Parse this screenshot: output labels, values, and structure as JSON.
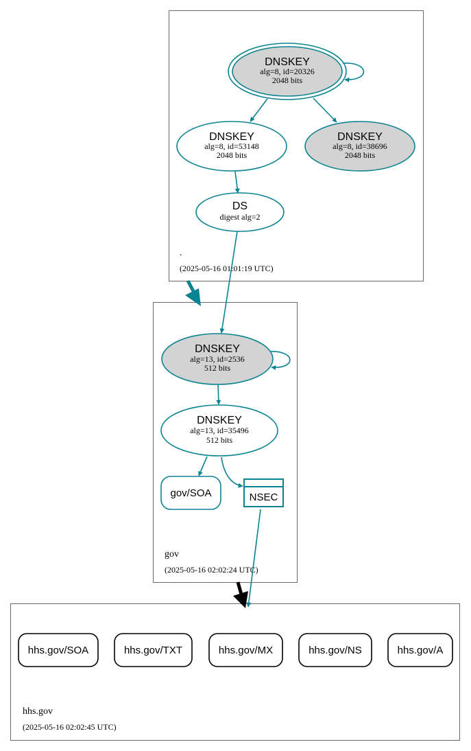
{
  "colors": {
    "edge": "#0a8390",
    "node_fill_gray": "#d3d3d3",
    "node_fill_white": "#ffffff",
    "black": "#000000"
  },
  "zones": {
    "root": {
      "name": ".",
      "timestamp": "(2025-05-16 01:01:19 UTC)"
    },
    "gov": {
      "name": "gov",
      "timestamp": "(2025-05-16 02:02:24 UTC)"
    },
    "hhs": {
      "name": "hhs.gov",
      "timestamp": "(2025-05-16 02:02:45 UTC)"
    }
  },
  "nodes": {
    "root_ksk": {
      "title": "DNSKEY",
      "line1": "alg=8, id=20326",
      "line2": "2048 bits"
    },
    "root_zsk": {
      "title": "DNSKEY",
      "line1": "alg=8, id=53148",
      "line2": "2048 bits"
    },
    "root_key2": {
      "title": "DNSKEY",
      "line1": "alg=8, id=38696",
      "line2": "2048 bits"
    },
    "root_ds": {
      "title": "DS",
      "line1": "digest alg=2"
    },
    "gov_ksk": {
      "title": "DNSKEY",
      "line1": "alg=13, id=2536",
      "line2": "512 bits"
    },
    "gov_zsk": {
      "title": "DNSKEY",
      "line1": "alg=13, id=35496",
      "line2": "512 bits"
    },
    "gov_soa": {
      "label": "gov/SOA"
    },
    "gov_nsec": {
      "label": "NSEC"
    }
  },
  "records": [
    "hhs.gov/SOA",
    "hhs.gov/TXT",
    "hhs.gov/MX",
    "hhs.gov/NS",
    "hhs.gov/A"
  ]
}
